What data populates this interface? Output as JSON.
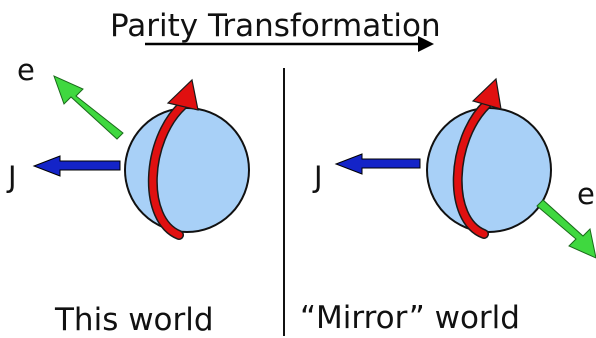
{
  "title": "Parity Transformation",
  "panels": {
    "left": {
      "caption": "This world",
      "electron_label": "e",
      "spin_label": "J"
    },
    "right": {
      "caption": "“Mirror” world",
      "electron_label": "e",
      "spin_label": "J"
    }
  },
  "colors": {
    "sphere_fill": "#a8d0f7",
    "sphere_stroke": "#111111",
    "rotation_arrow": "#e01010",
    "spin_arrow": "#1424c8",
    "electron_arrow": "#3fd83f",
    "divider": "#111111",
    "transform_arrow": "#000000"
  }
}
